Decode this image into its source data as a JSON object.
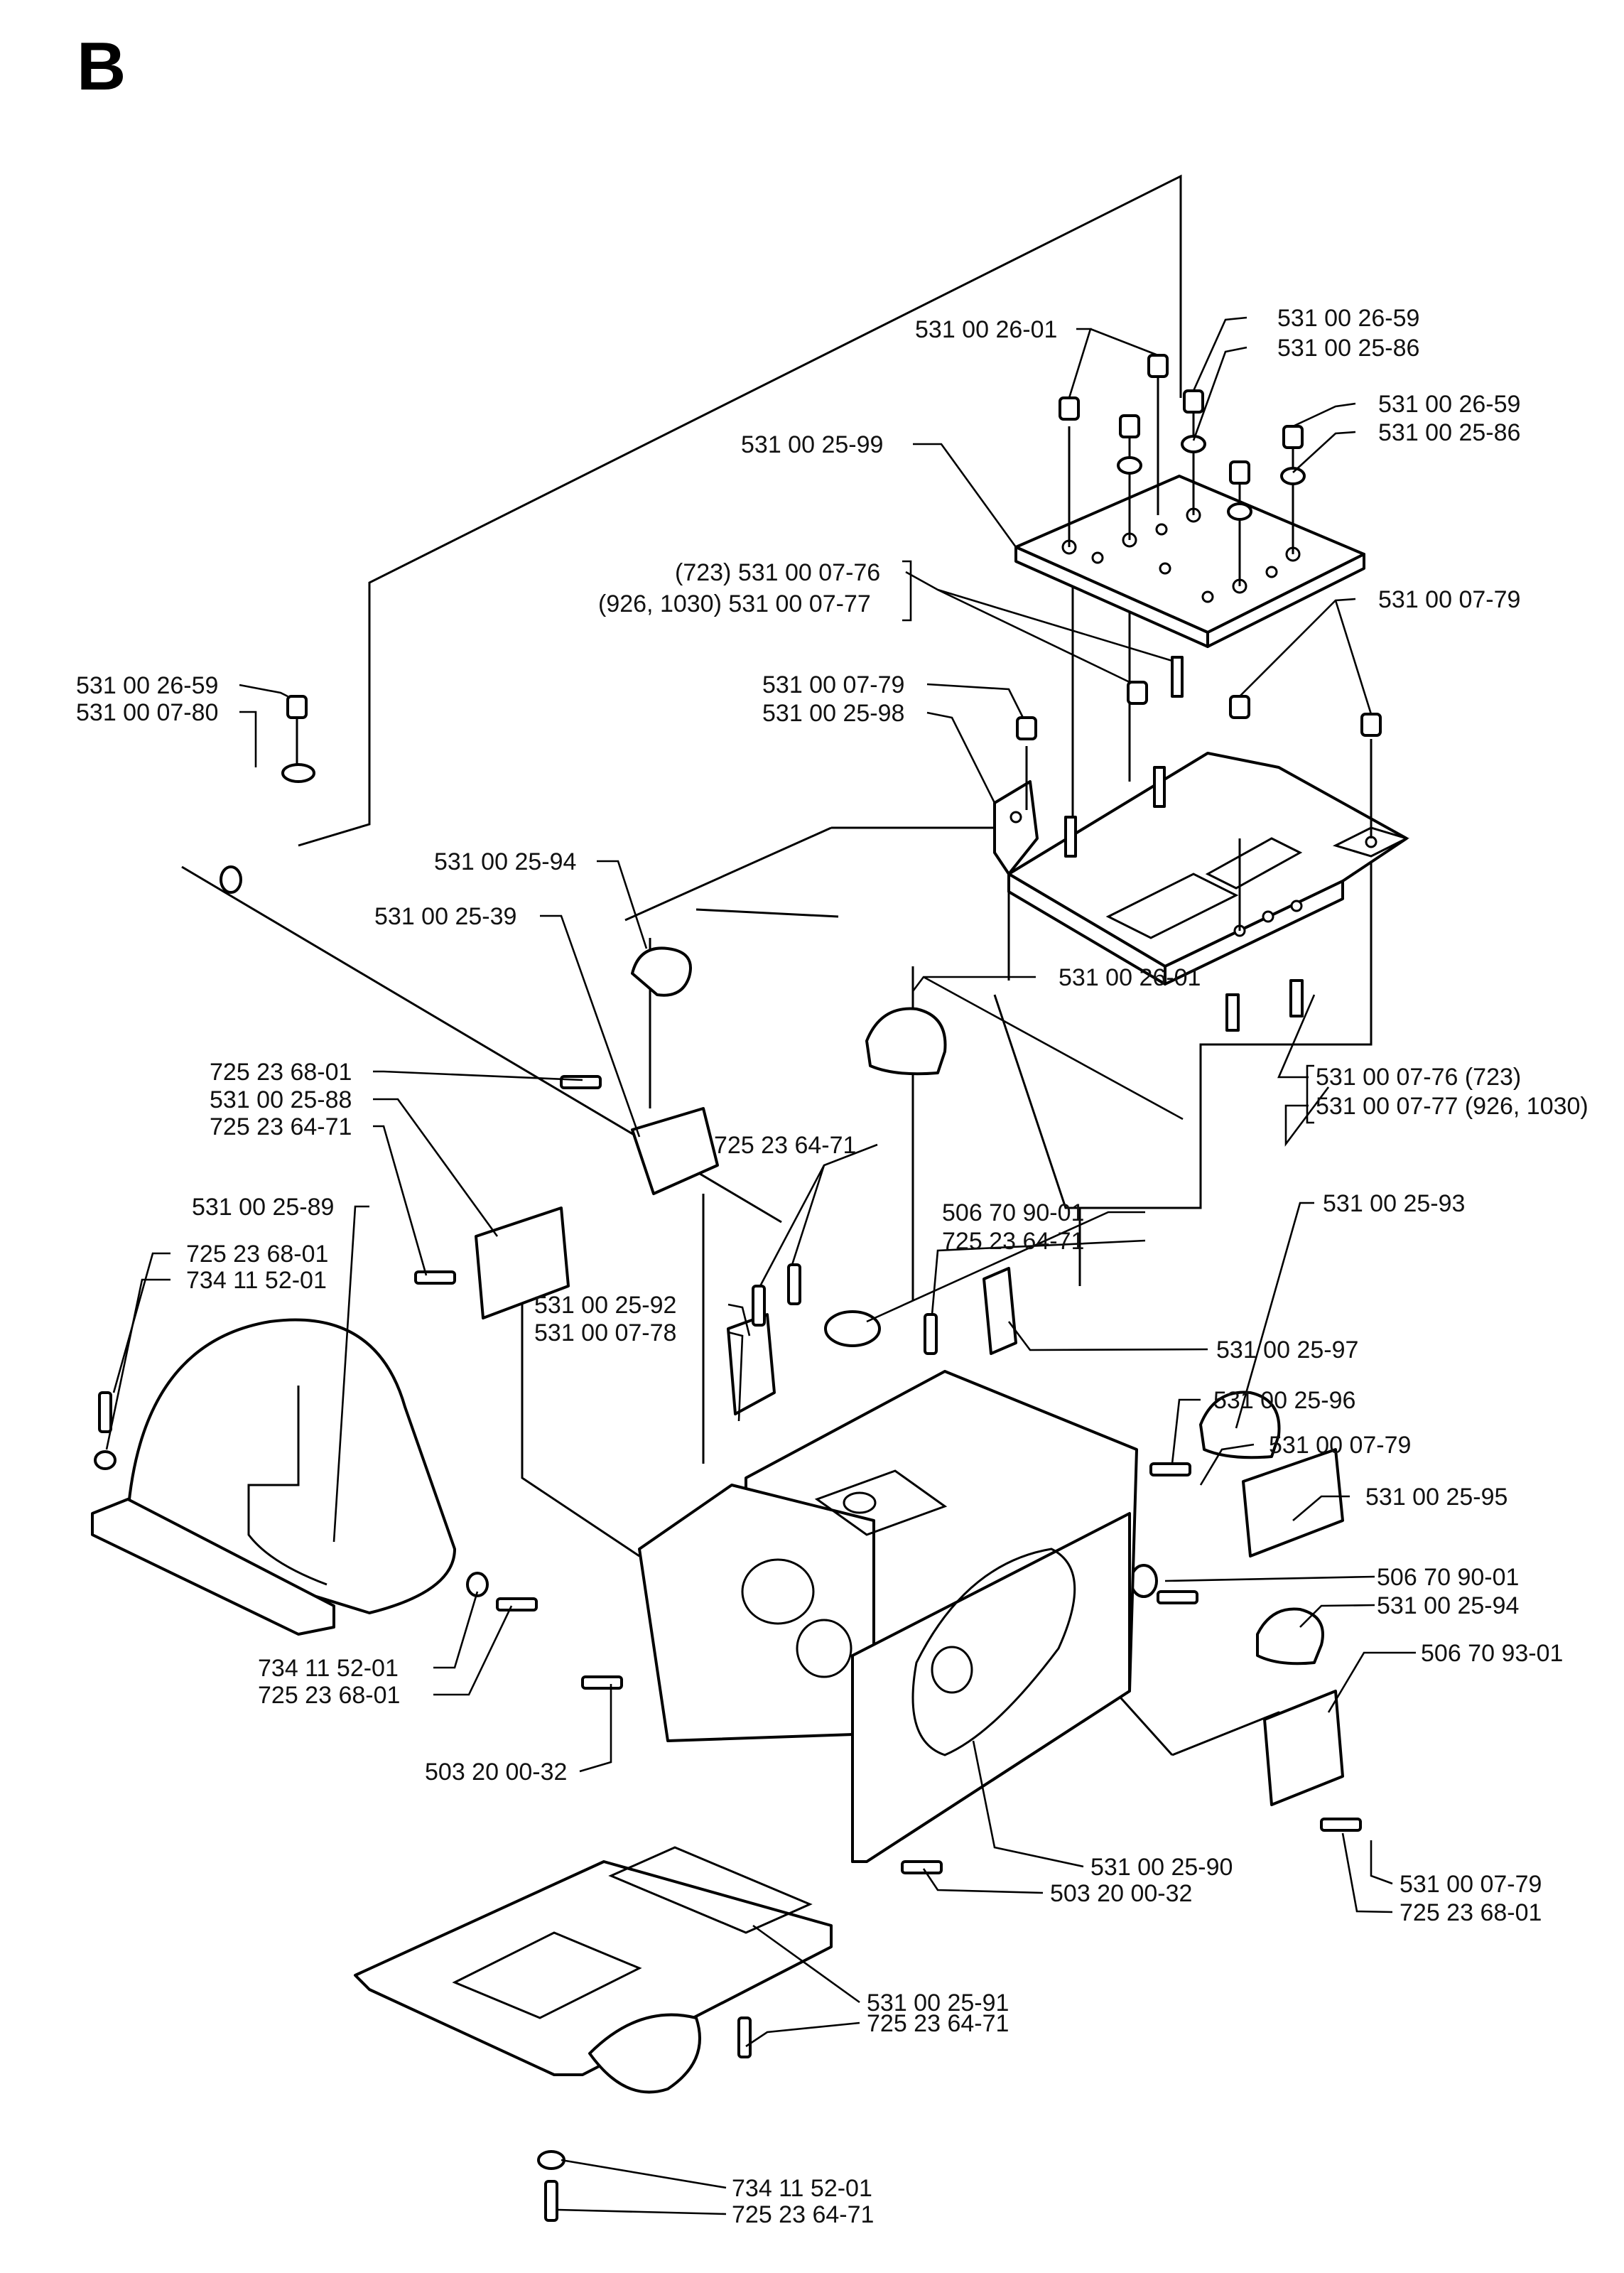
{
  "section_letter": "B",
  "callouts": [
    {
      "id": "c1",
      "text": "531 00 26-01"
    },
    {
      "id": "c2",
      "text": "531 00 26-59"
    },
    {
      "id": "c3",
      "text": "531 00 25-86"
    },
    {
      "id": "c4",
      "text": "531 00 26-59"
    },
    {
      "id": "c5",
      "text": "531 00 25-86"
    },
    {
      "id": "c6",
      "text": "531 00 25-99"
    },
    {
      "id": "c7",
      "text": "(723) 531 00 07-76"
    },
    {
      "id": "c8",
      "text": "(926, 1030) 531 00 07-77"
    },
    {
      "id": "c9",
      "text": "531 00 07-79"
    },
    {
      "id": "c10",
      "text": "531 00 26-59"
    },
    {
      "id": "c11",
      "text": "531 00 07-80"
    },
    {
      "id": "c12",
      "text": "531 00 07-79"
    },
    {
      "id": "c13",
      "text": "531 00 25-98"
    },
    {
      "id": "c14",
      "text": "531 00 25-94"
    },
    {
      "id": "c15",
      "text": "531 00 25-39"
    },
    {
      "id": "c16",
      "text": "531 00 26-01"
    },
    {
      "id": "c17",
      "text": "531 00 07-76 (723)"
    },
    {
      "id": "c18",
      "text": "531 00 07-77 (926, 1030)"
    },
    {
      "id": "c19",
      "text": "725 23 68-01"
    },
    {
      "id": "c20",
      "text": "531 00 25-88"
    },
    {
      "id": "c21",
      "text": "725 23 64-71"
    },
    {
      "id": "c22",
      "text": "725 23 64-71"
    },
    {
      "id": "c23",
      "text": "531 00 25-93"
    },
    {
      "id": "c24",
      "text": "531 00 25-89"
    },
    {
      "id": "c25",
      "text": "506 70 90-01"
    },
    {
      "id": "c26",
      "text": "725 23 64-71"
    },
    {
      "id": "c27",
      "text": "725 23 68-01"
    },
    {
      "id": "c28",
      "text": "734 11 52-01"
    },
    {
      "id": "c29",
      "text": "531 00 25-92"
    },
    {
      "id": "c30",
      "text": "531 00 07-78"
    },
    {
      "id": "c31",
      "text": "531 00 25-97"
    },
    {
      "id": "c32",
      "text": "531 00 25-96"
    },
    {
      "id": "c33",
      "text": "531 00 07-79"
    },
    {
      "id": "c34",
      "text": "531 00 25-95"
    },
    {
      "id": "c35",
      "text": "506 70 90-01"
    },
    {
      "id": "c36",
      "text": "531 00 25-94"
    },
    {
      "id": "c37",
      "text": "734 11 52-01"
    },
    {
      "id": "c38",
      "text": "725 23 68-01"
    },
    {
      "id": "c39",
      "text": "506 70 93-01"
    },
    {
      "id": "c40",
      "text": "503 20 00-32"
    },
    {
      "id": "c41",
      "text": "531 00 25-90"
    },
    {
      "id": "c42",
      "text": "503 20 00-32"
    },
    {
      "id": "c43",
      "text": "531 00 07-79"
    },
    {
      "id": "c44",
      "text": "725 23 68-01"
    },
    {
      "id": "c45",
      "text": "531 00 25-91"
    },
    {
      "id": "c46",
      "text": "725 23 64-71"
    },
    {
      "id": "c47",
      "text": "734 11 52-01"
    },
    {
      "id": "c48",
      "text": "725 23 64-71"
    }
  ]
}
